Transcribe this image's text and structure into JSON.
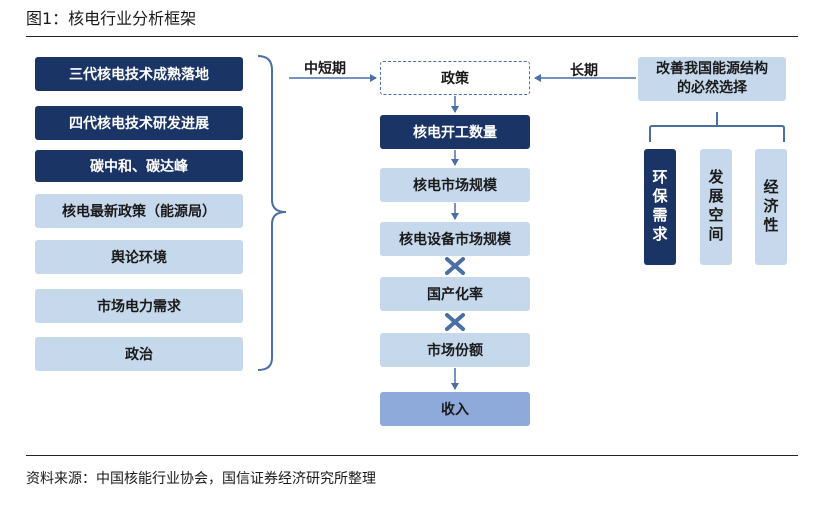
{
  "title": "图1：核电行业分析框架",
  "left_factors": [
    {
      "label": "三代核电技术成熟落地",
      "style": "dark"
    },
    {
      "label": "四代核电技术研发进展",
      "style": "dark"
    },
    {
      "label": "碳中和、碳达峰",
      "style": "dark"
    },
    {
      "label": "核电最新政策（能源局）",
      "style": "light"
    },
    {
      "label": "舆论环境",
      "style": "light"
    },
    {
      "label": "市场电力需求",
      "style": "light"
    },
    {
      "label": "政治",
      "style": "light"
    }
  ],
  "short_term_label": "中短期",
  "long_term_label": "长期",
  "chain": [
    {
      "label": "政策",
      "style": "dashed"
    },
    {
      "label": "核电开工数量",
      "style": "dark"
    },
    {
      "label": "核电市场规模",
      "style": "light"
    },
    {
      "label": "核电设备市场规模",
      "style": "light"
    },
    {
      "label": "国产化率",
      "style": "light"
    },
    {
      "label": "市场份额",
      "style": "light"
    },
    {
      "label": "收入",
      "style": "mid"
    }
  ],
  "right_top": "改善我国能源结构\n的必然选择",
  "right_pillars": [
    {
      "label": "环保需求",
      "style": "dark"
    },
    {
      "label": "发展空间",
      "style": "light"
    },
    {
      "label": "经济性",
      "style": "light"
    }
  ],
  "source": "资料来源：中国核能行业协会，国信证券经济研究所整理",
  "colors": {
    "dark": "#1b3466",
    "light": "#c6d8ec",
    "mid": "#8eaadb",
    "arrow": "#4a6fa5"
  }
}
